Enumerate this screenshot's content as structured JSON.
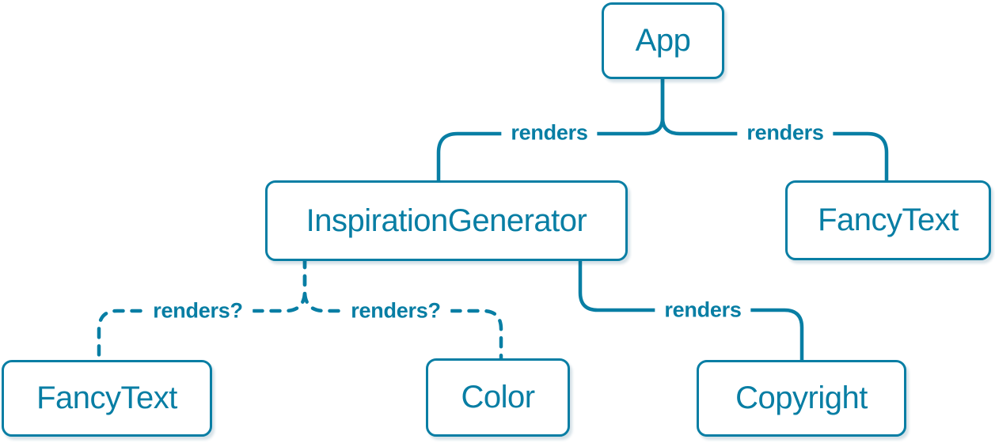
{
  "diagram": {
    "title_hint": "React render tree",
    "accent_color": "#087ea4",
    "background_color": "#ffffff",
    "nodes": [
      {
        "id": "app",
        "label": "App"
      },
      {
        "id": "inspiration-generator",
        "label": "InspirationGenerator"
      },
      {
        "id": "fancy-text-top",
        "label": "FancyText"
      },
      {
        "id": "fancy-text-bottom",
        "label": "FancyText"
      },
      {
        "id": "color",
        "label": "Color"
      },
      {
        "id": "copyright",
        "label": "Copyright"
      }
    ],
    "edges": [
      {
        "from": "App",
        "to": "InspirationGenerator",
        "label": "renders",
        "style": "solid"
      },
      {
        "from": "App",
        "to": "FancyText",
        "label": "renders",
        "style": "solid"
      },
      {
        "from": "InspirationGenerator",
        "to": "FancyText",
        "label": "renders?",
        "style": "dashed"
      },
      {
        "from": "InspirationGenerator",
        "to": "Color",
        "label": "renders?",
        "style": "dashed"
      },
      {
        "from": "InspirationGenerator",
        "to": "Copyright",
        "label": "renders",
        "style": "solid"
      }
    ]
  }
}
